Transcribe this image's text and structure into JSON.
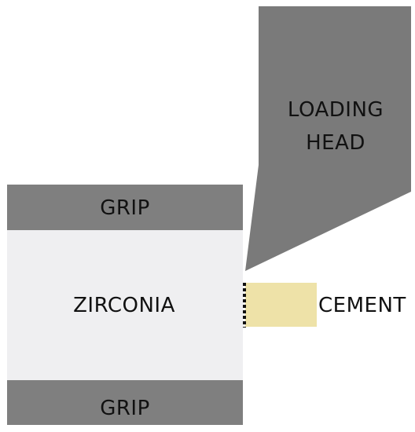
{
  "labels": {
    "loading_head_line1": "LOADING",
    "loading_head_line2": "HEAD",
    "grip_top": "GRIP",
    "zirconia": "ZIRCONIA",
    "cement": "CEMENT",
    "grip_bottom": "GRIP"
  },
  "colors": {
    "loading_head": "#7a7a7a",
    "grip": "#7f7f7f",
    "zirconia": "#efeff1",
    "cement": "#eee2a8",
    "bond_line": "#111111",
    "text": "#111111"
  }
}
